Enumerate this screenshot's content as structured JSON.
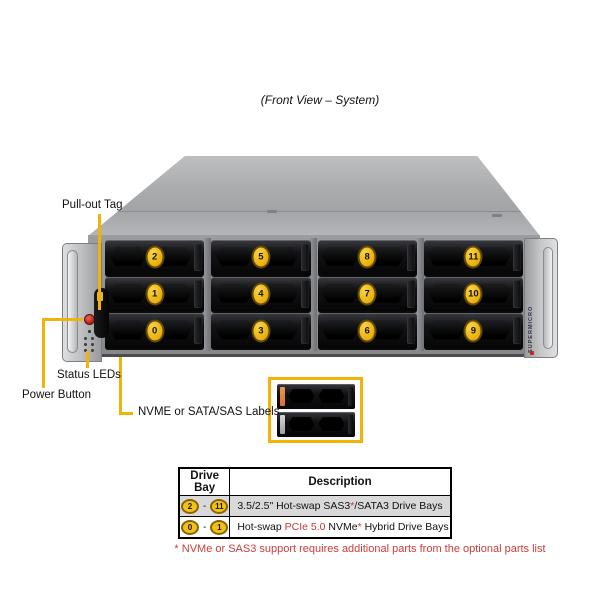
{
  "caption": "(Front View – System)",
  "callouts": {
    "pull_out_tag": "Pull-out Tag",
    "status_leds": "Status LEDs",
    "power_button": "Power Button",
    "nvme_labels": "NVME or SATA/SAS Labels"
  },
  "server": {
    "brand": "SUPERMICRO",
    "bays": [
      2,
      5,
      8,
      11,
      1,
      4,
      7,
      10,
      0,
      3,
      6,
      9
    ]
  },
  "table": {
    "headers": [
      "Drive Bay",
      "Description"
    ],
    "rows": [
      {
        "badge_from": "2",
        "dash": "-",
        "badge_to": "11",
        "desc_pre": "3.5/2.5\" Hot-swap SAS3",
        "star": "*",
        "desc_post": "/SATA3 Drive Bays"
      },
      {
        "badge_from": "0",
        "dash": "-",
        "badge_to": "1",
        "desc_pre": "Hot-swap ",
        "highlight": "PCIe 5.0",
        "desc_mid": " NVMe",
        "star": "*",
        "desc_post": " Hybrid Drive Bays"
      }
    ]
  },
  "footnote": "* NVMe or SAS3 support requires additional parts from the optional parts list",
  "colors": {
    "callout_yellow": "#F1B30A",
    "badge_yellow": "#EFBE13",
    "accent_red": "#CC3B3B",
    "row_gray": "#D9D9D9"
  }
}
